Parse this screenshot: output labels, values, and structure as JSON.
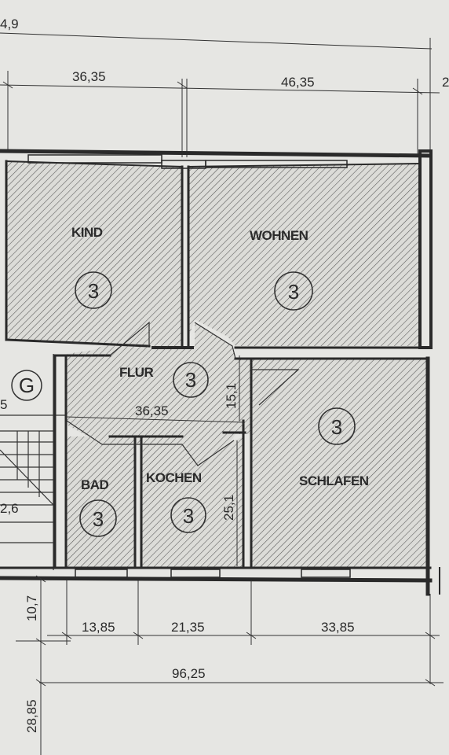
{
  "plan": {
    "dimensions": {
      "top_overall": "4,9",
      "top_left": "36,35",
      "top_right": "46,35",
      "top_edge_fragment": "2",
      "left_stair": "5",
      "left_stair_lower": "2,6",
      "hall_width": "36,35",
      "hall_height": "15,1",
      "kitchen_height": "25,1",
      "bottom_bad": "13,85",
      "bottom_kochen": "21,35",
      "bottom_schlafen": "33,85",
      "bottom_overall": "96,25",
      "left_small": "10,7",
      "left_large": "28,85"
    },
    "rooms": {
      "kind": {
        "label": "KIND",
        "badge": "3"
      },
      "wohnen": {
        "label": "WOHNEN",
        "badge": "3"
      },
      "flur": {
        "label": "FLUR",
        "badge": "3"
      },
      "bad": {
        "label": "BAD",
        "badge": "3"
      },
      "kochen": {
        "label": "KOCHEN",
        "badge": "3"
      },
      "schlafen": {
        "label": "SCHLAFEN",
        "badge": "3"
      }
    },
    "stair_symbol": "G"
  }
}
